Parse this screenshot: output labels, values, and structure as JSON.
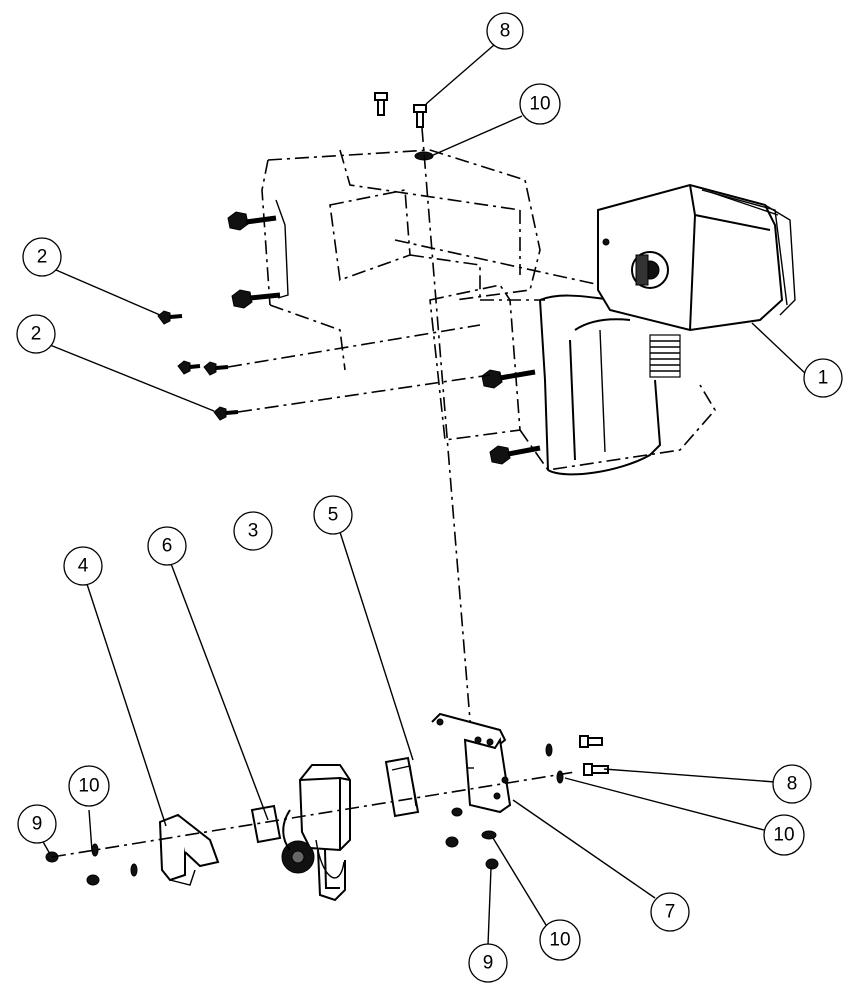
{
  "callouts": [
    {
      "id": "c8-top",
      "label": "8"
    },
    {
      "id": "c10-top",
      "label": "10"
    },
    {
      "id": "c2-upper",
      "label": "2"
    },
    {
      "id": "c2-lower",
      "label": "2"
    },
    {
      "id": "c1",
      "label": "1"
    },
    {
      "id": "c3",
      "label": "3"
    },
    {
      "id": "c4",
      "label": "4"
    },
    {
      "id": "c6",
      "label": "6"
    },
    {
      "id": "c5",
      "label": "5"
    },
    {
      "id": "c8-right",
      "label": "8"
    },
    {
      "id": "c10-right",
      "label": "10"
    },
    {
      "id": "c7",
      "label": "7"
    },
    {
      "id": "c10-bottom",
      "label": "10"
    },
    {
      "id": "c9-bottom",
      "label": "9"
    },
    {
      "id": "c10-left",
      "label": "10"
    },
    {
      "id": "c9-left",
      "label": "9"
    }
  ]
}
